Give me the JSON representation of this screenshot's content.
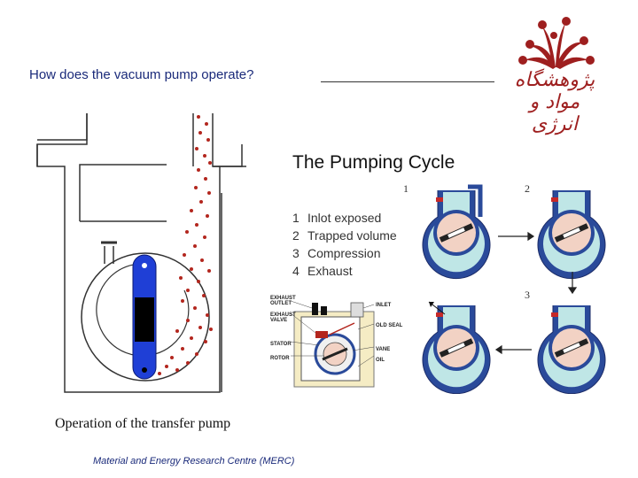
{
  "header": {
    "title": "How does the vacuum pump operate?",
    "logo_text": "پژوهشگاه مواد و انرژی"
  },
  "transfer_pump": {
    "caption": "Operation of the transfer pump"
  },
  "cycle": {
    "title": "The Pumping Cycle",
    "steps": [
      {
        "num": "1",
        "label": "Inlot exposed"
      },
      {
        "num": "2",
        "label": "Trapped volume"
      },
      {
        "num": "3",
        "label": "Compression"
      },
      {
        "num": "4",
        "label": "Exhaust"
      }
    ],
    "stage_numbers": [
      "1",
      "2",
      "3"
    ],
    "schematic_labels": {
      "exhaust_outlet_1": "EXHAUST",
      "exhaust_outlet_2": "OUTLET",
      "exhaust_valve_1": "EXHAUST",
      "exhaust_valve_2": "VALVE",
      "stator": "STATOR",
      "rotor": "ROTOR",
      "inlet": "INLET",
      "oil_seal": "OLD SEAL",
      "vane": "VANE",
      "oil": "OIL"
    }
  },
  "footer": {
    "credit": "Material and Energy Research Centre (MERC)"
  },
  "colors": {
    "title": "#1a2a7a",
    "logo": "#9e1f1f",
    "particles": "#b3261e",
    "vane_blue": "#1f3fd6",
    "oil": "#bfe6e6",
    "rotor": "#f2d2c4",
    "stator": "#2a4a9a"
  }
}
